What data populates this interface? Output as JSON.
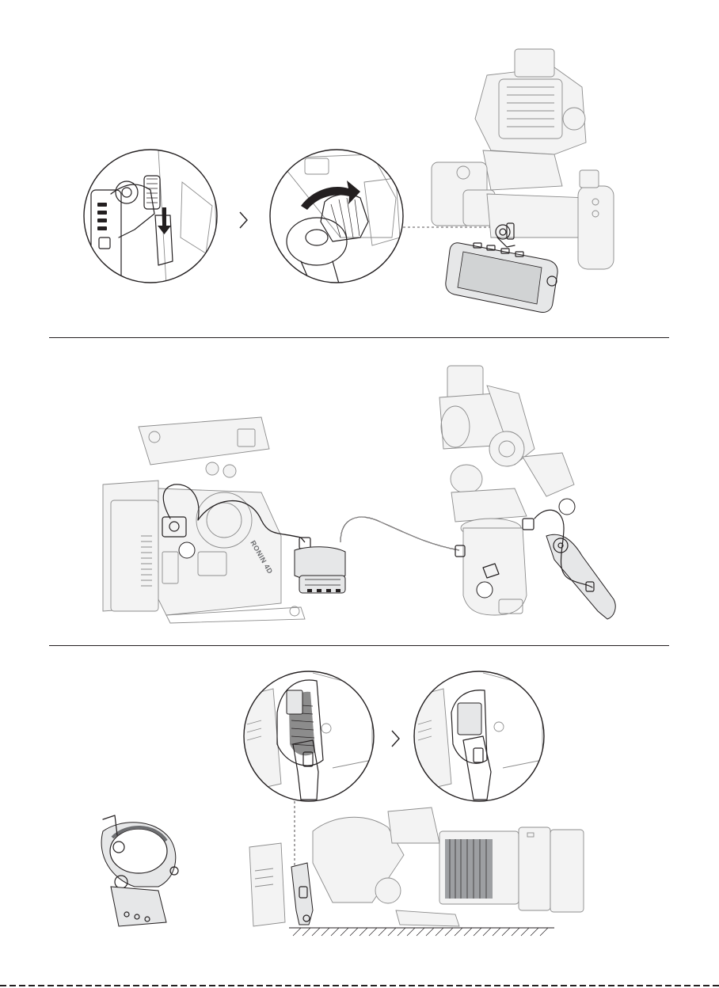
{
  "section1": {
    "step_arrow": "chevron-right",
    "callouts": [
      "detail-attach",
      "detail-rotate"
    ]
  },
  "section2": {
    "camera_brand": "RONIN 4D",
    "callout_numbers": [
      "",
      "",
      ""
    ]
  },
  "section3": {
    "step_arrow": "chevron-right",
    "callouts": [
      "detail-open",
      "detail-closed"
    ]
  },
  "colors": {
    "ink": "#231f20",
    "ghost": "#8c8c8c",
    "accent_grey": "#6d6e71",
    "background": "#ffffff"
  }
}
